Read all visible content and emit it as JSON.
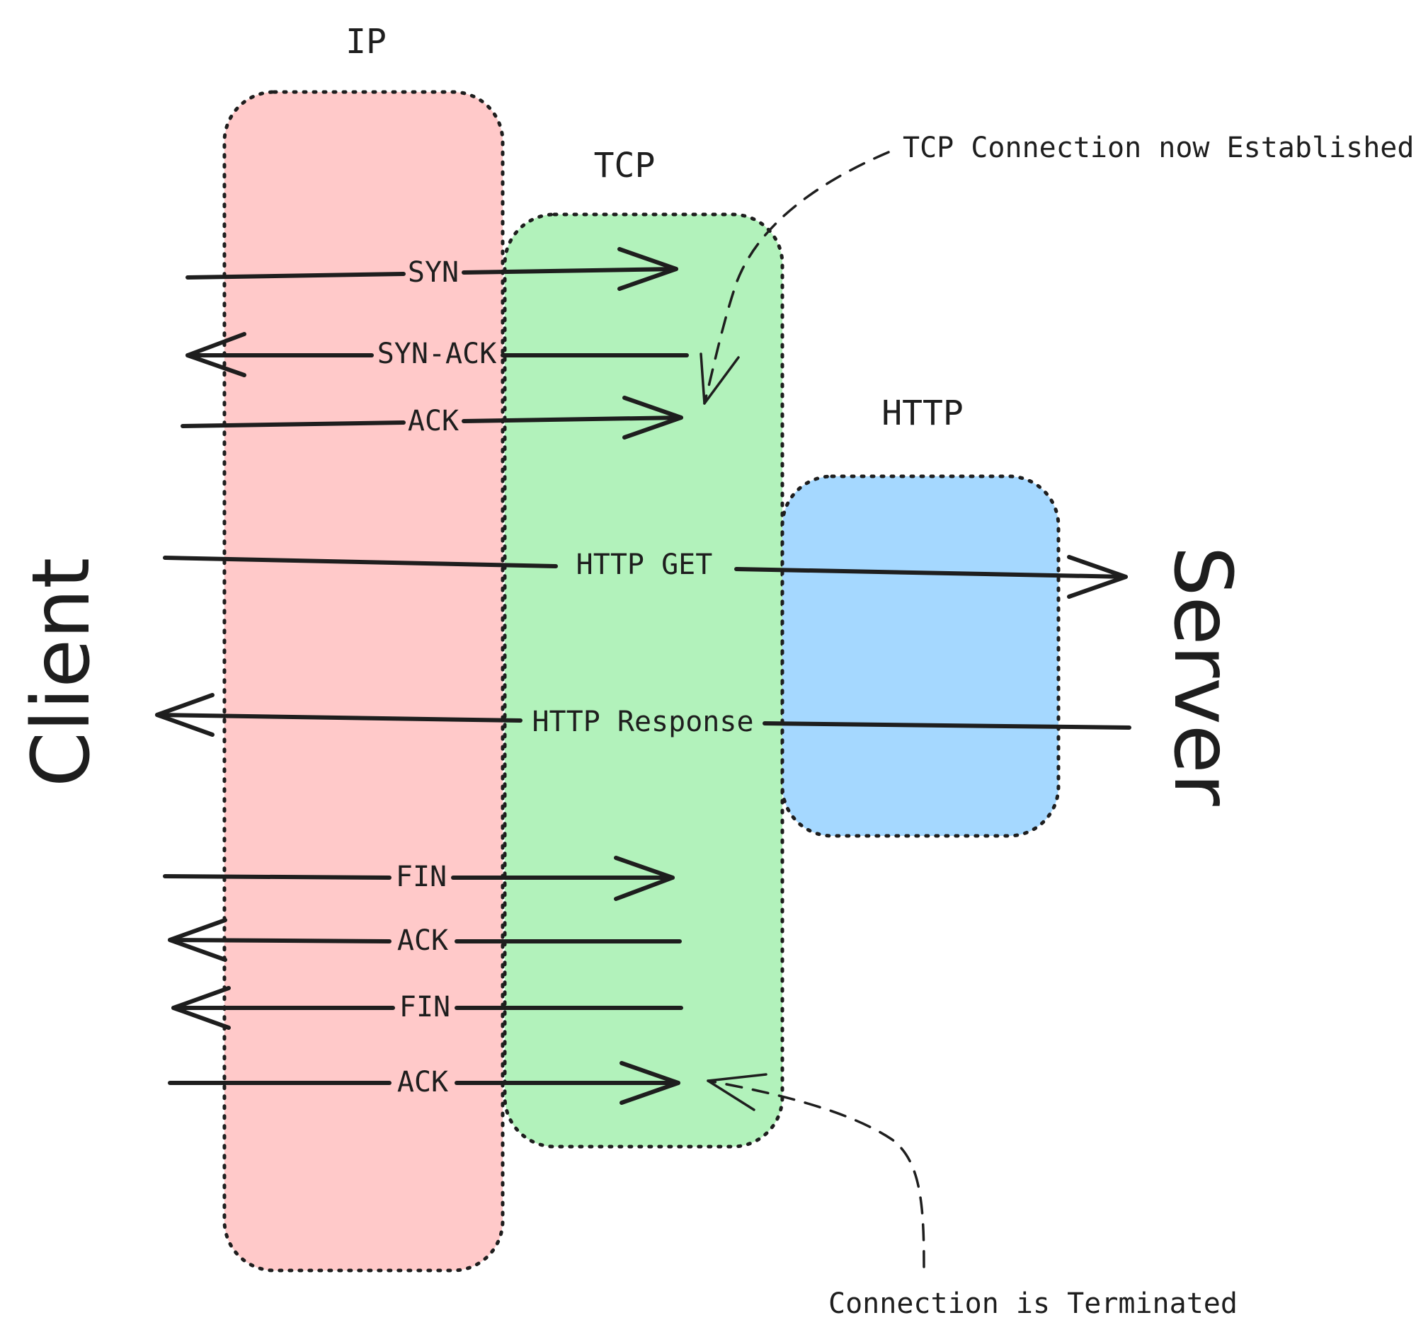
{
  "actors": {
    "client": "Client",
    "server": "Server"
  },
  "layers": [
    {
      "key": "ip",
      "label": "IP",
      "fill": "#ffc9c9"
    },
    {
      "key": "tcp",
      "label": "TCP",
      "fill": "#b2f2bb"
    },
    {
      "key": "http",
      "label": "HTTP",
      "fill": "#a5d8ff"
    }
  ],
  "messages": [
    {
      "label": "SYN",
      "direction": "right"
    },
    {
      "label": "SYN-ACK",
      "direction": "left"
    },
    {
      "label": "ACK",
      "direction": "right"
    },
    {
      "label": "HTTP GET",
      "direction": "right"
    },
    {
      "label": "HTTP Response",
      "direction": "left"
    },
    {
      "label": "FIN",
      "direction": "right"
    },
    {
      "label": "ACK",
      "direction": "left"
    },
    {
      "label": "FIN",
      "direction": "left"
    },
    {
      "label": "ACK",
      "direction": "right"
    }
  ],
  "annotations": {
    "established": "TCP Connection now Established",
    "terminated": "Connection is Terminated"
  },
  "colors": {
    "stroke": "#1e1e1e",
    "ip": "#ffc9c9",
    "tcp": "#b2f2bb",
    "http": "#a5d8ff"
  }
}
